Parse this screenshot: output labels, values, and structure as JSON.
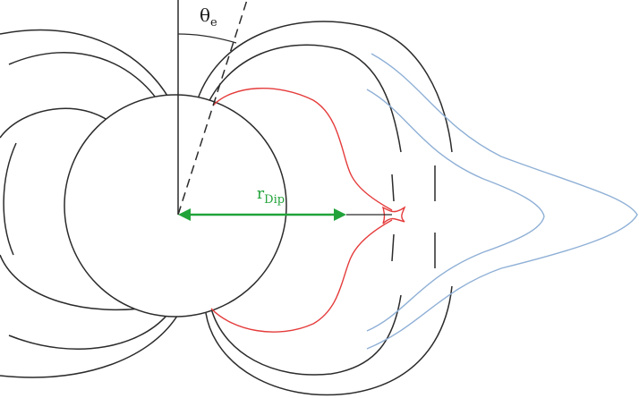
{
  "labels": {
    "theta_main": "θ",
    "theta_sub": "e",
    "r_main": "r",
    "r_sub": "Dip"
  },
  "colors": {
    "outline": "#2b2b2b",
    "closed_field_red": "#e53b3b",
    "open_field_blue": "#8fb0d6",
    "radius_arrow": "#21a33a",
    "background": "#ffffff"
  }
}
